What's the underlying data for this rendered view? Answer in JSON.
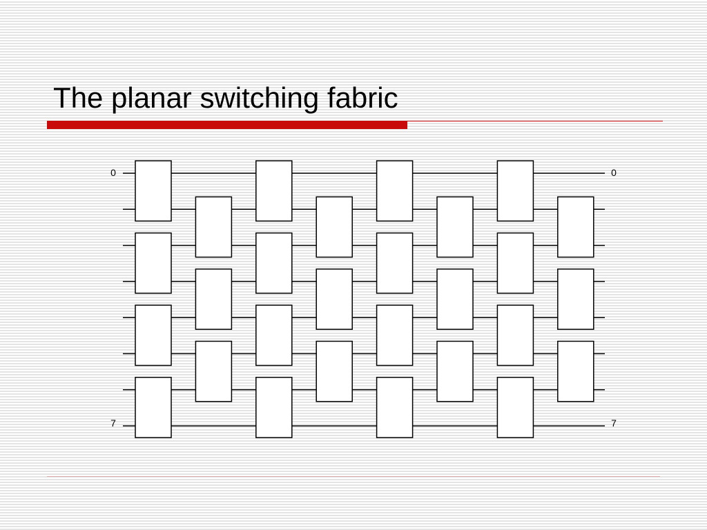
{
  "slide": {
    "title": "The planar switching fabric"
  },
  "diagram": {
    "ports": 8,
    "stages": 8,
    "label_in_top": "0",
    "label_in_bottom": "7",
    "label_out_top": "0",
    "label_out_bottom": "7"
  },
  "colors": {
    "accent": "#c80a0a",
    "line": "#000000",
    "box_fill": "#ffffff"
  }
}
